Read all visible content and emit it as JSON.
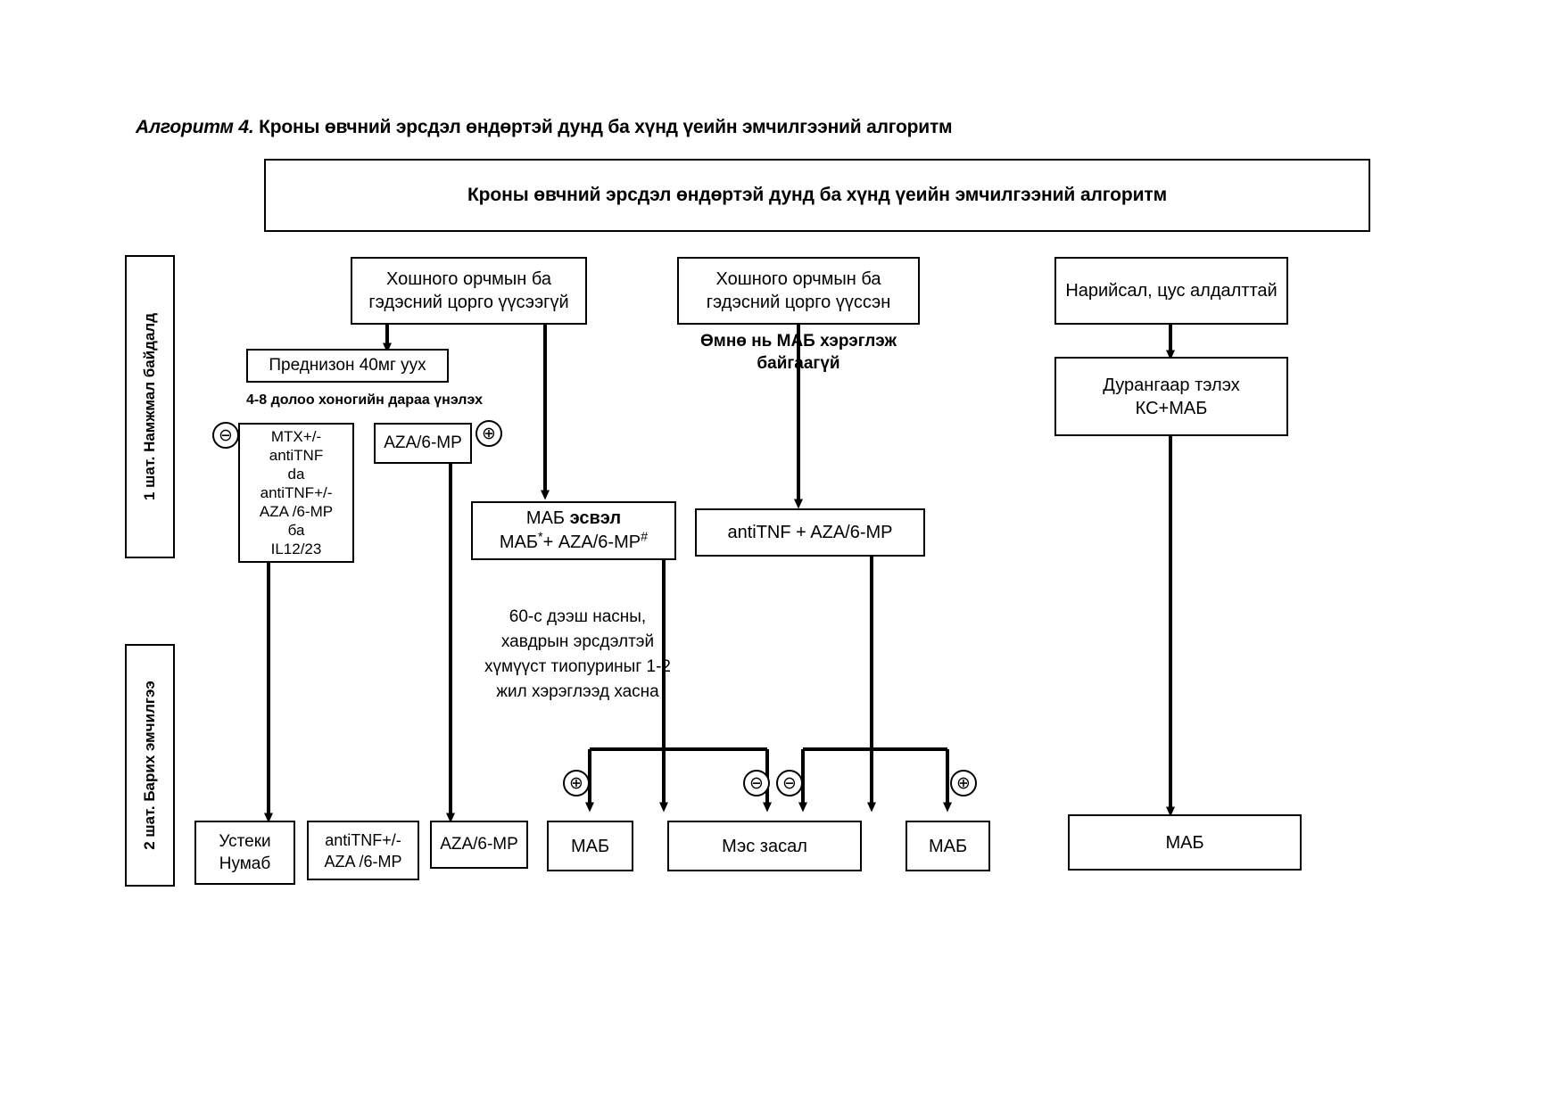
{
  "caption": {
    "prefix": "Алгоритм 4.",
    "text": "Кроны өвчний эрсдэл өндөртэй дунд ба хүнд үеийн эмчилгээний алгоритм"
  },
  "title_box": {
    "label": "Кроны өвчний эрсдэл өндөртэй дунд ба хүнд үеийн эмчилгээний алгоритм"
  },
  "stages": [
    {
      "id": "stage-1",
      "label": "1 шат. Намжмал байдалд"
    },
    {
      "id": "stage-2",
      "label": "2 шат. Барих эмчилгээ"
    }
  ],
  "boxes": {
    "no_fistula": "Хошного орчмын ба гэдэсний цорго үүсээгүй",
    "fistula": "Хошного орчмын ба гэдэсний цорго үүссэн",
    "bleeding": "Нарийсал, цус алдалттай",
    "prednisone": "Преднизон 40мг уух",
    "mtx_line1": "MTX+/-",
    "mtx_line2": "antiTNF",
    "mtx_line3": "da",
    "mtx_line4": "antiTNF+/-",
    "mtx_line5": "AZA /6-MP",
    "mtx_line6": "ба",
    "mtx_line7": "IL12/23",
    "aza_top": "AZA/6-MP",
    "mab_or_line1_a": "МАБ ",
    "mab_or_line1_b": "эсвэл",
    "mab_or_line2": "МАБ*+ AZA/6-MP#",
    "antitnf_aza": "antiTNF + AZA/6-MP",
    "endoscopy_line1": "Дурангаар тэлэх",
    "endoscopy_line2": "КС+МАБ",
    "usteki_line1": "Устеки",
    "usteki_line2": "Нумаб",
    "antitnf_aza_bottom_line1": "antiTNF+/-",
    "antitnf_aza_bottom_line2": "AZA /6-MP",
    "aza_bottom": "AZA/6-MP",
    "mab_b1": "МАБ",
    "surgery": "Мэс засал",
    "mab_b2": "МАБ",
    "mab_right": "МАБ"
  },
  "notes": {
    "prior_mab": "Өмнө нь МАБ хэрэглэж байгаагүй",
    "reassess": "4-8 долоо хоногийн дараа үнэлэх",
    "thiopurine": "60-с дээш насны, хавдрын эрсдэлтэй хүмүүст тиопуриныг 1-2 жил хэрэглээд хасна"
  },
  "badges": [
    {
      "id": "minus-mtx",
      "symbol": "⊖"
    },
    {
      "id": "plus-aza",
      "symbol": "⊕"
    },
    {
      "id": "plus-left",
      "symbol": "⊕"
    },
    {
      "id": "minus-mid-l",
      "symbol": "⊖"
    },
    {
      "id": "minus-mid-r",
      "symbol": "⊖"
    },
    {
      "id": "plus-right",
      "symbol": "⊕"
    }
  ],
  "colors": {
    "stroke": "#000000",
    "background": "#ffffff"
  }
}
